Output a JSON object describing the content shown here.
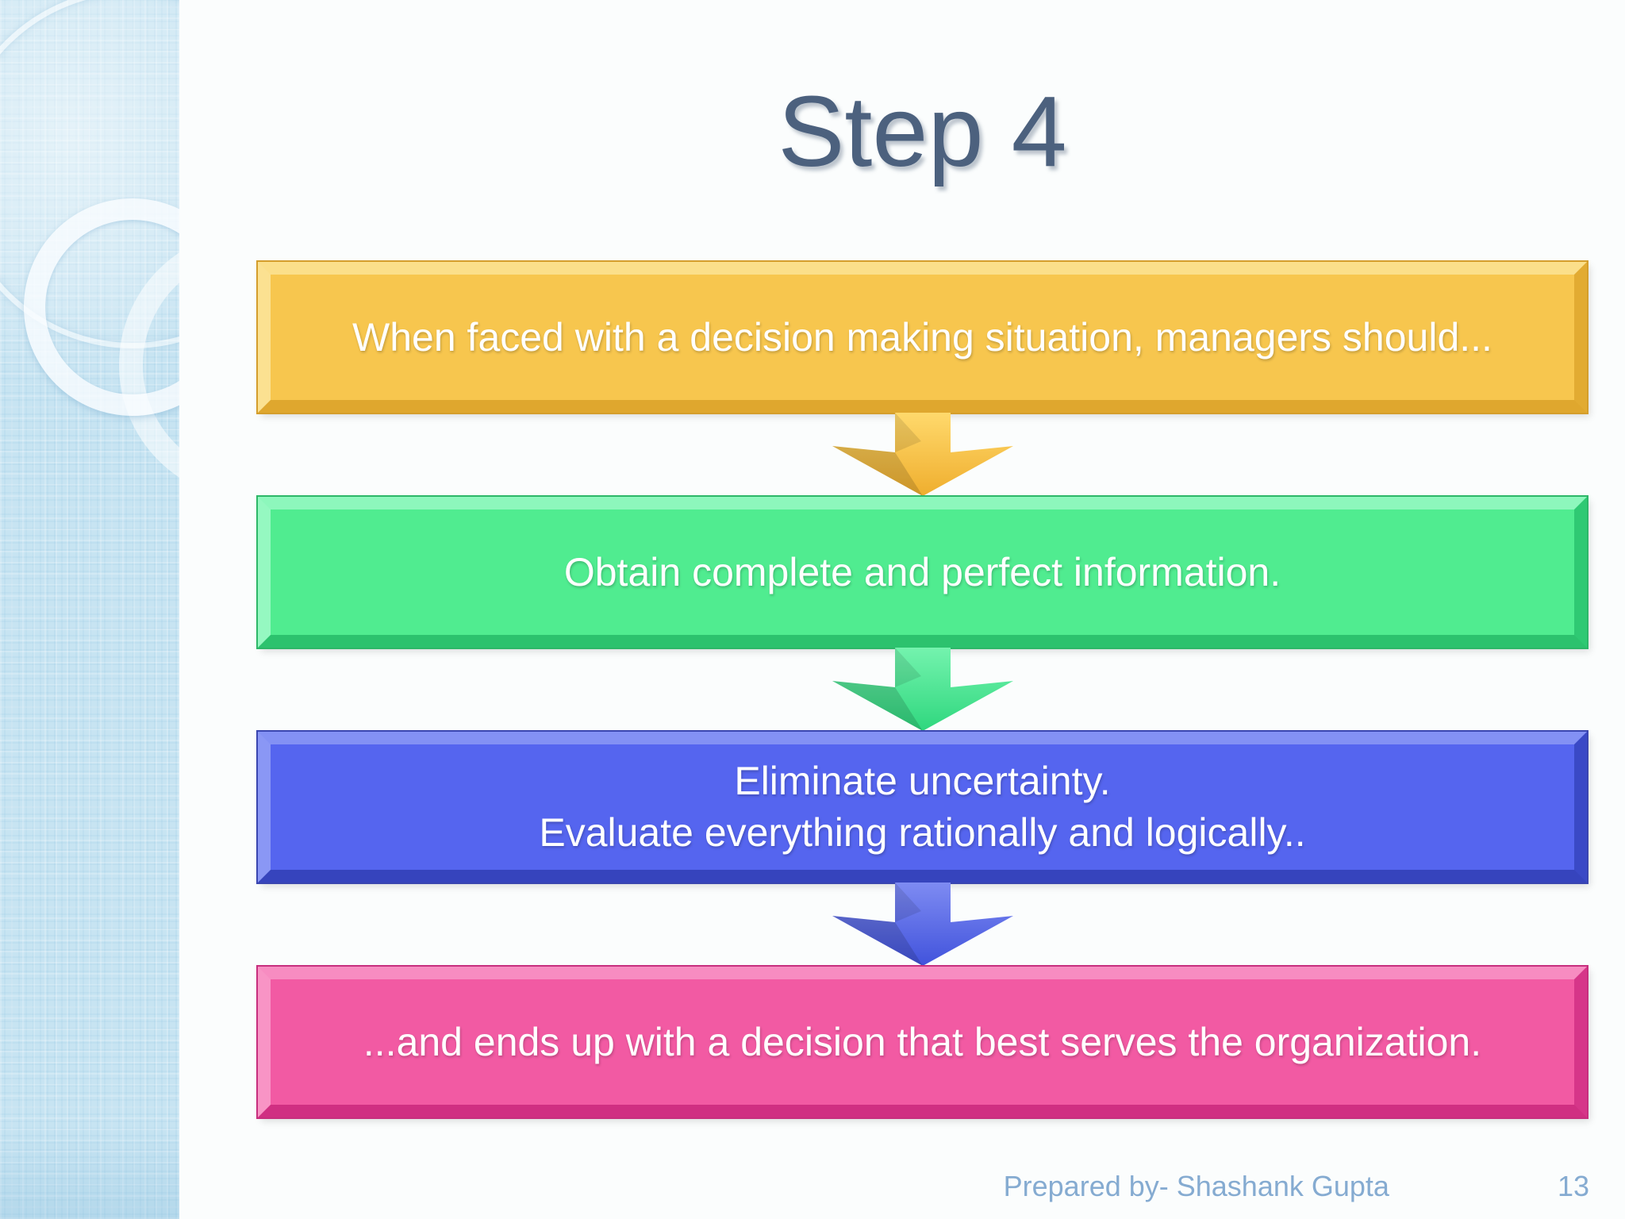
{
  "slide": {
    "title": "Step 4",
    "steps": [
      {
        "name": "step-1",
        "text": "When faced with a decision making situation, managers should...",
        "fill": "#F7C64E"
      },
      {
        "name": "step-2",
        "text": "Obtain complete and perfect information.",
        "fill": "#50EC90"
      },
      {
        "name": "step-3",
        "lines": [
          "Eliminate uncertainty.",
          "Evaluate everything rationally and logically.."
        ],
        "fill": "#5565EF"
      },
      {
        "name": "step-4",
        "text": "...and ends up with a decision that best serves the organization.",
        "fill": "#F25AA3"
      }
    ],
    "arrows": [
      {
        "name": "arrow-1",
        "color": "#F2B93B"
      },
      {
        "name": "arrow-2",
        "color": "#3FDD85"
      },
      {
        "name": "arrow-3",
        "color": "#4E5FE6"
      }
    ],
    "footer": {
      "prepared_by": "Prepared by- Shashank Gupta",
      "page_number": "13"
    },
    "colors": {
      "title": "#4C617E",
      "footer_text": "#85ABD1",
      "sidebar": "#C7E4F2",
      "background": "#FBFDFD"
    }
  }
}
